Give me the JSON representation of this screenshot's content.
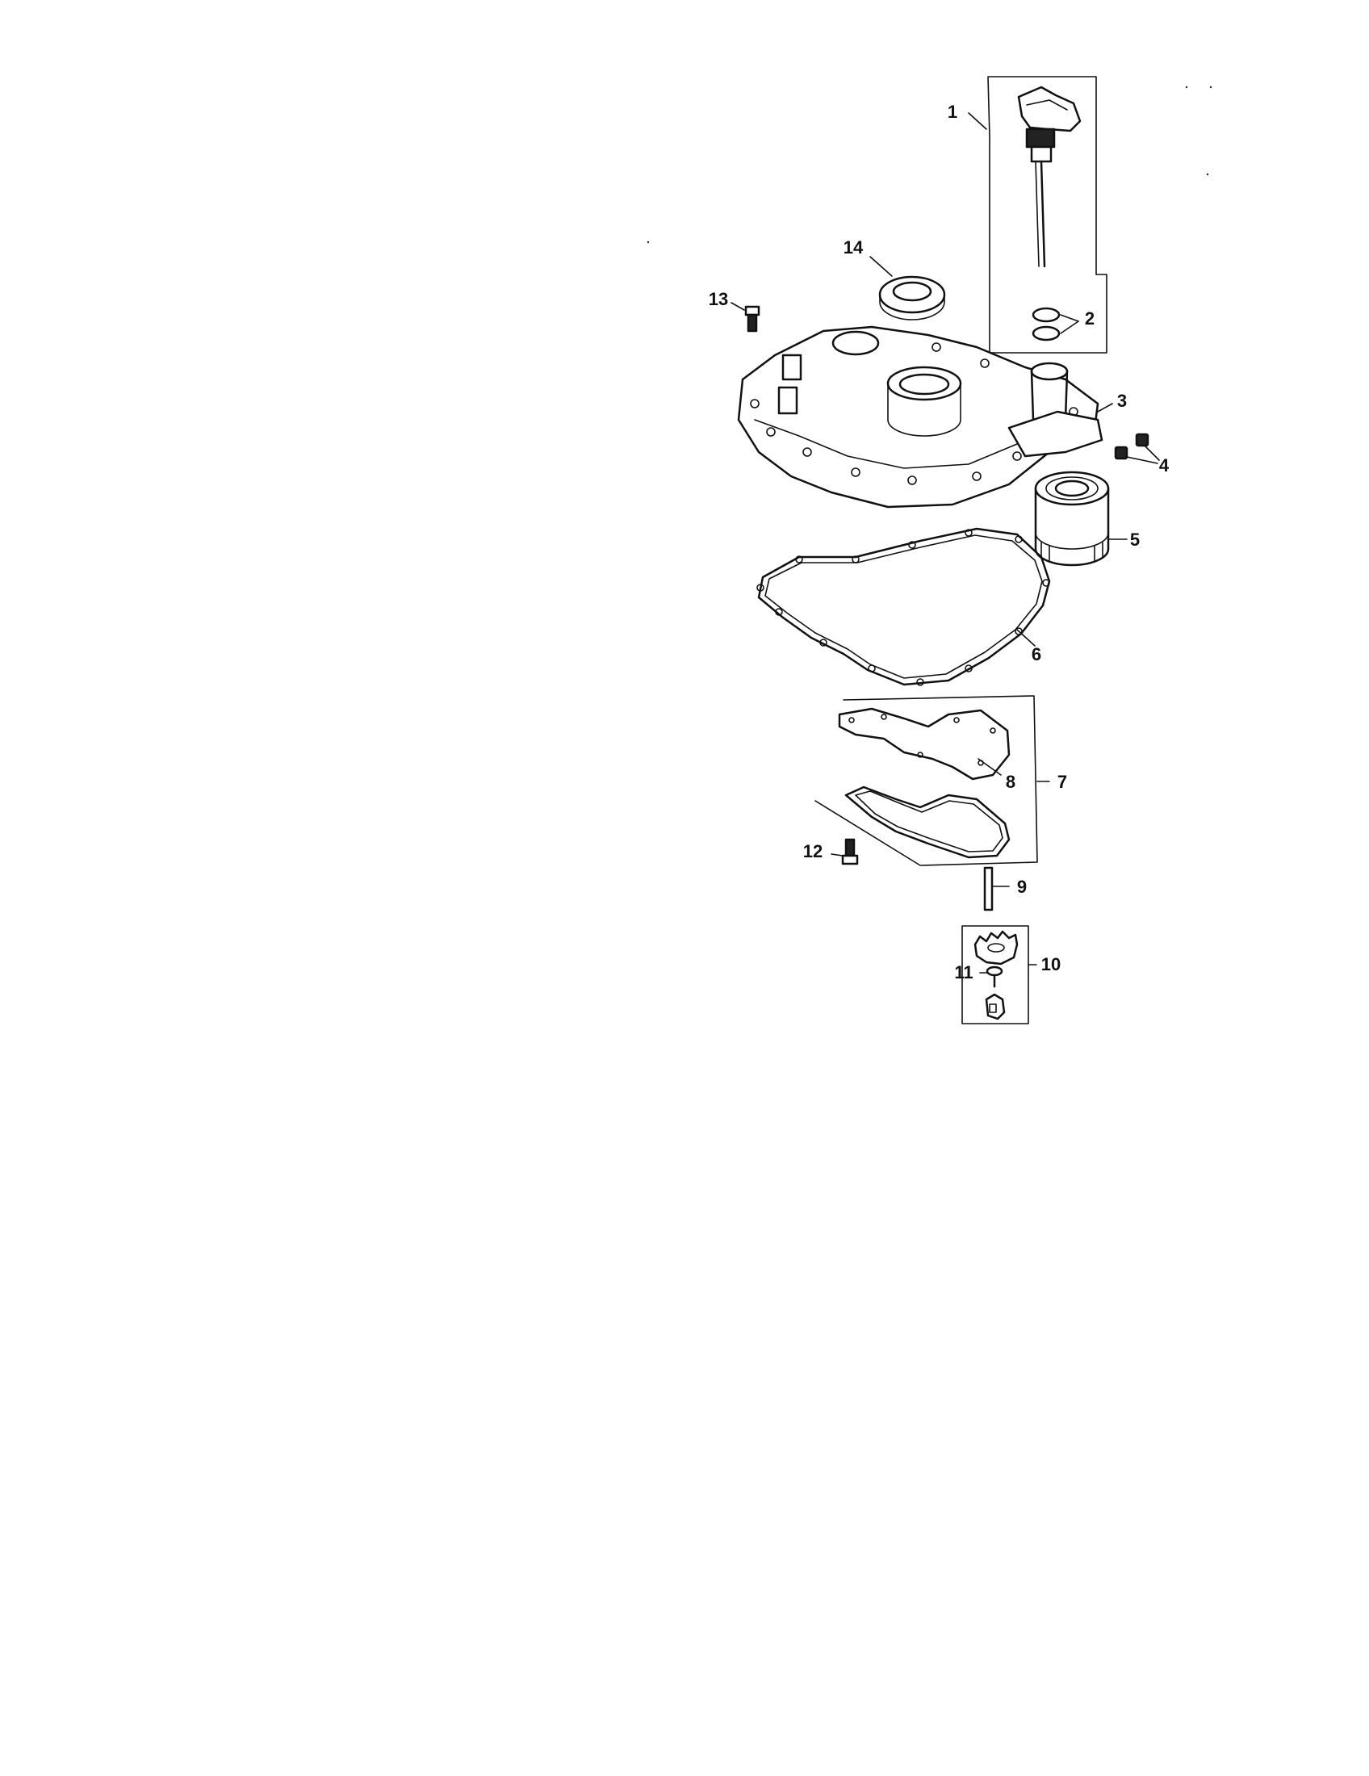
{
  "diagram": {
    "callouts": [
      {
        "id": "1",
        "label": "1"
      },
      {
        "id": "2",
        "label": "2"
      },
      {
        "id": "3",
        "label": "3"
      },
      {
        "id": "4",
        "label": "4"
      },
      {
        "id": "5",
        "label": "5"
      },
      {
        "id": "6",
        "label": "6"
      },
      {
        "id": "7",
        "label": "7"
      },
      {
        "id": "8",
        "label": "8"
      },
      {
        "id": "9",
        "label": "9"
      },
      {
        "id": "10",
        "label": "10"
      },
      {
        "id": "11",
        "label": "11"
      },
      {
        "id": "12",
        "label": "12"
      },
      {
        "id": "13",
        "label": "13"
      },
      {
        "id": "14",
        "label": "14"
      }
    ],
    "parts": [
      {
        "callout": "1",
        "icon": "dipstick-icon"
      },
      {
        "callout": "2",
        "icon": "o-ring-icon"
      },
      {
        "callout": "3",
        "icon": "closure-plate-icon"
      },
      {
        "callout": "4",
        "icon": "fitting-icon"
      },
      {
        "callout": "5",
        "icon": "oil-filter-icon"
      },
      {
        "callout": "6",
        "icon": "gasket-icon"
      },
      {
        "callout": "7",
        "icon": "gasket-kit-icon"
      },
      {
        "callout": "8",
        "icon": "plate-gasket-icon"
      },
      {
        "callout": "9",
        "icon": "shaft-pin-icon"
      },
      {
        "callout": "10",
        "icon": "oil-pump-icon"
      },
      {
        "callout": "11",
        "icon": "washer-icon"
      },
      {
        "callout": "12",
        "icon": "screw-icon"
      },
      {
        "callout": "13",
        "icon": "screw-icon"
      },
      {
        "callout": "14",
        "icon": "oil-seal-icon"
      }
    ]
  }
}
